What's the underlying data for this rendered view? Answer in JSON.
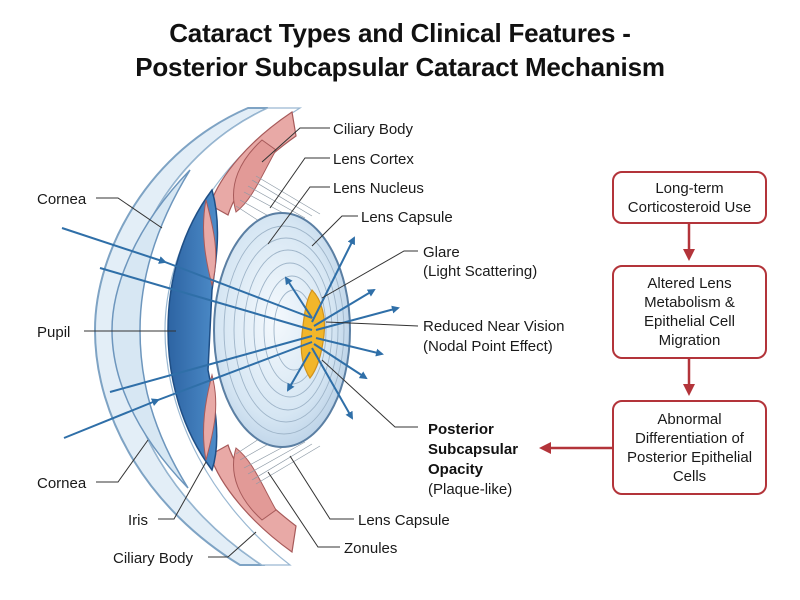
{
  "title": {
    "line1": "Cataract Types and Clinical Features -",
    "line2": "Posterior Subcapsular Cataract Mechanism"
  },
  "anatomy_labels": {
    "ciliary_body_top": "Ciliary Body",
    "lens_cortex": "Lens Cortex",
    "lens_nucleus": "Lens Nucleus",
    "lens_capsule_top": "Lens Capsule",
    "cornea_top": "Cornea",
    "pupil": "Pupil",
    "cornea_bottom": "Cornea",
    "iris": "Iris",
    "ciliary_body_bottom": "Ciliary Body",
    "lens_capsule_bottom": "Lens Capsule",
    "zonules": "Zonules"
  },
  "effects": {
    "glare_line1": "Glare",
    "glare_line2": "(Light Scattering)",
    "near_vision_line1": "Reduced Near Vision",
    "near_vision_line2": "(Nodal Point Effect)",
    "opacity_line1": "Posterior",
    "opacity_line2": "Subcapsular",
    "opacity_line3": "Opacity",
    "opacity_line4": "(Plaque-like)"
  },
  "flow": {
    "step1": "Long-term Corticosteroid Use",
    "step2": "Altered Lens Metabolism & Epithelial Cell Migration",
    "step3": "Abnormal Differentiation of Posterior Epithelial Cells"
  },
  "colors": {
    "accent_red": "#b3343a",
    "ray_blue": "#2f6fa8",
    "iris_blue": "#3b78b8",
    "tissue_pink": "#e8a9a6",
    "opacity_yellow": "#f2b62a"
  }
}
